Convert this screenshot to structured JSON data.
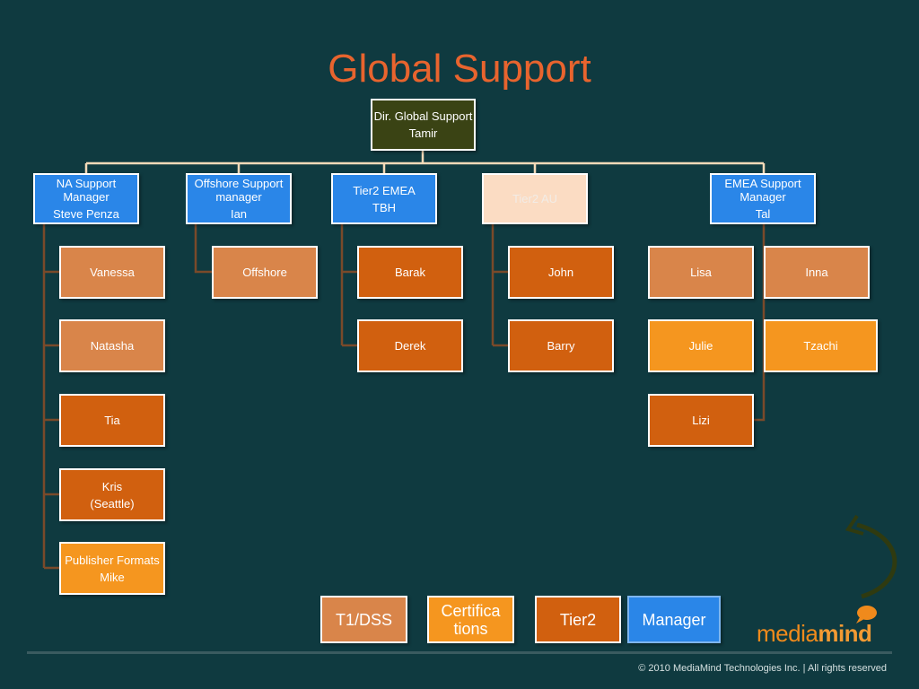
{
  "title": "Global Support",
  "director": {
    "role": "Dir. Global Support",
    "name": "Tamir"
  },
  "managers": [
    {
      "role": "NA Support Manager",
      "name": "Steve Penza"
    },
    {
      "role": "Offshore Support manager",
      "name": "Ian"
    },
    {
      "role": "Tier2  EMEA",
      "name": "TBH"
    },
    {
      "role": "Tier2 AU",
      "name": ""
    },
    {
      "role": "EMEA Support Manager",
      "name": "Tal"
    }
  ],
  "staff": {
    "na": [
      {
        "l1": "Vanessa",
        "l2": ""
      },
      {
        "l1": "Natasha",
        "l2": ""
      },
      {
        "l1": "Tia",
        "l2": ""
      },
      {
        "l1": "Kris",
        "l2": "(Seattle)"
      },
      {
        "l1": "Publisher Formats",
        "l2": "Mike"
      }
    ],
    "offshore": [
      {
        "l1": "Offshore",
        "l2": ""
      }
    ],
    "emea_tier2": [
      {
        "l1": "Barak",
        "l2": ""
      },
      {
        "l1": "Derek",
        "l2": ""
      }
    ],
    "au": [
      {
        "l1": "John",
        "l2": ""
      },
      {
        "l1": "Barry",
        "l2": ""
      }
    ],
    "emea": [
      {
        "l1": "Lisa",
        "l2": ""
      },
      {
        "l1": "Inna",
        "l2": ""
      },
      {
        "l1": "Julie",
        "l2": ""
      },
      {
        "l1": "Tzachi",
        "l2": ""
      },
      {
        "l1": "Lizi",
        "l2": ""
      }
    ]
  },
  "legend": [
    "T1/DSS",
    "Certifica tions",
    "Tier2",
    "Manager"
  ],
  "logo": {
    "part1": "media",
    "part2": "mind"
  },
  "footer": {
    "copyright": "© 2010 MediaMind Technologies Inc. | All rights reserved"
  },
  "colors": {
    "background": "#0f3a40",
    "title": "#e8642e",
    "t1": "#d9854a",
    "certifications": "#f5961f",
    "tier2": "#d1600f",
    "manager": "#2a86e8",
    "director": "#3a4314",
    "connector_top": "#f3d9b8",
    "connector_sub": "#7a4a2a"
  }
}
